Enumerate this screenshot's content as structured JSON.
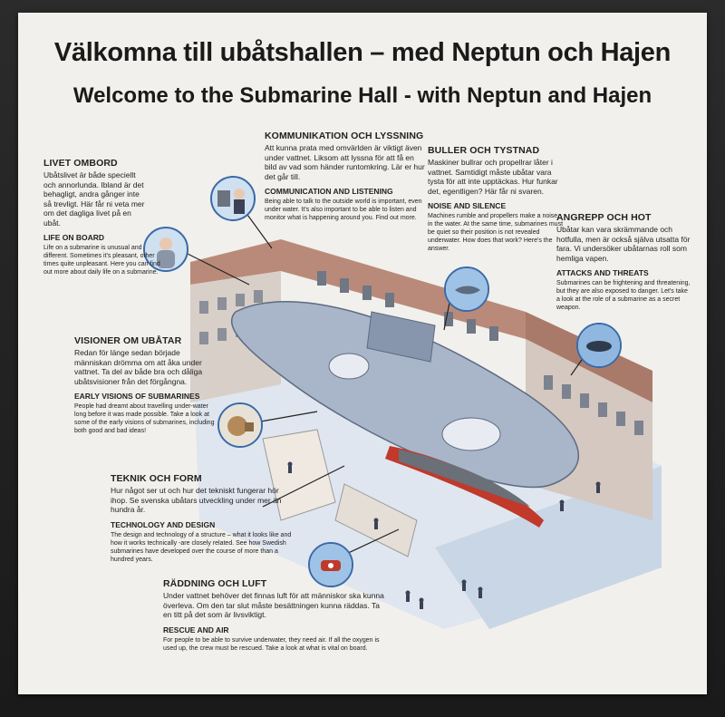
{
  "title_sv": "Välkomna till ubåtshallen – med Neptun och Hajen",
  "title_en": "Welcome to the Submarine Hall - with Neptun and Hajen",
  "sections": {
    "livet": {
      "heading_sv": "LIVET OMBORD",
      "text_sv": "Ubåtslivet är både speciellt och annorlunda. Ibland är det behagligt, andra gånger inte så trevligt. Här får ni veta mer om det dagliga livet på en ubåt.",
      "heading_en": "LIFE ON BOARD",
      "text_en": "Life on a submarine is unusual and different. Sometimes it's pleasant, other times quite unpleasant. Here you can find out more about daily life on a submarine."
    },
    "kommunikation": {
      "heading_sv": "KOMMUNIKATION OCH LYSSNING",
      "text_sv": "Att kunna prata med omvärlden är viktigt även under vattnet. Liksom att lyssna för att få en bild av vad som händer runtomkring. Lär er hur det går till.",
      "heading_en": "COMMUNICATION AND LISTENING",
      "text_en": "Being able to talk to the outside world is important, even under water. It's also important to be able to listen and monitor what is happening around you. Find out more."
    },
    "buller": {
      "heading_sv": "BULLER OCH TYSTNAD",
      "text_sv": "Maskiner bullrar och propellrar låter i vattnet. Samtidigt måste ubåtar vara tysta för att inte upptäckas. Hur funkar det, egentligen? Här får ni svaren.",
      "heading_en": "NOISE AND SILENCE",
      "text_en": "Machines rumble and propellers make a noise in the water. At the same time, submarines must be quiet so their position is not revealed underwater. How does that work? Here's the answer."
    },
    "angrepp": {
      "heading_sv": "ANGREPP OCH HOT",
      "text_sv": "Ubåtar kan vara skrämmande och hotfulla, men är också själva utsatta för fara. Vi undersöker ubåtarnas roll som hemliga vapen.",
      "heading_en": "ATTACKS AND THREATS",
      "text_en": "Submarines can be frightening and threatening, but they are also exposed to danger. Let's take a look at the role of a submarine as a secret weapon."
    },
    "visioner": {
      "heading_sv": "VISIONER OM UBÅTAR",
      "text_sv": "Redan för länge sedan började människan drömma om att åka under vattnet. Ta del av både bra och dåliga ubåtsvisioner från det förgångna.",
      "heading_en": "EARLY VISIONS OF SUBMARINES",
      "text_en": "People had dreamt about travelling under-water long before it was made possible. Take a look at some of the early visions of submarines, including both good and bad ideas!"
    },
    "teknik": {
      "heading_sv": "TEKNIK OCH FORM",
      "text_sv": "Hur något ser ut och hur det tekniskt fungerar hör ihop. Se svenska ubåtars utveckling under mer än hundra år.",
      "heading_en": "TECHNOLOGY AND DESIGN",
      "text_en": "The design and technology of a structure – what it looks like and how it works technically -are closely related. See how Swedish submarines have developed over the course of more than a hundred years."
    },
    "raddning": {
      "heading_sv": "RÄDDNING OCH LUFT",
      "text_sv": "Under vattnet behöver det finnas luft för att människor ska kunna överleva. Om den tar slut måste besättningen kunna räddas. Ta en titt på det som är livsviktigt.",
      "heading_en": "RESCUE AND AIR",
      "text_en": "For people to be able to survive underwater, they need air. If all the oxygen is used up, the crew must be rescued. Take a look at what is vital on board."
    }
  },
  "colors": {
    "panel": "#f1f0ec",
    "wall_brick": "#b98a7a",
    "floor": "#c9d6e6",
    "submarine_hull": "#a9b6c9",
    "submarine_red": "#c0392b",
    "circle_border": "#3a6aa8"
  }
}
